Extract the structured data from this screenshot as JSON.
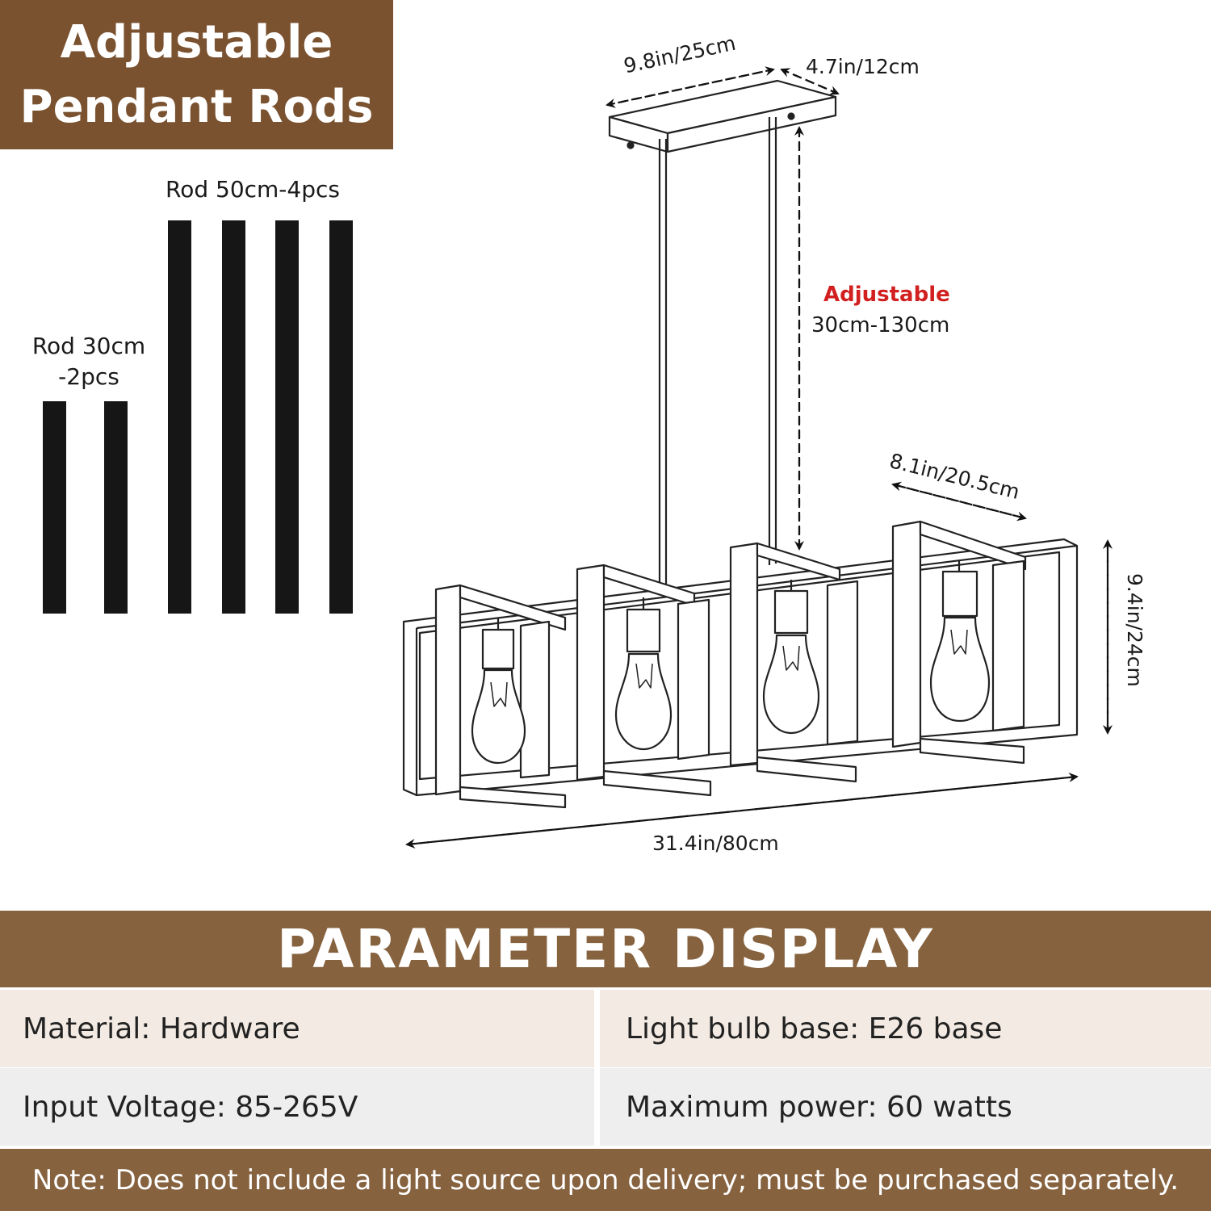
{
  "header": {
    "line1": "Adjustable",
    "line2": "Pendant Rods"
  },
  "rods": {
    "long_label": "Rod 50cm-4pcs",
    "short_label_line1": "Rod 30cm",
    "short_label_line2": "-2pcs"
  },
  "dimensions": {
    "canopy_length": "9.8in/25cm",
    "canopy_width": "4.7in/12cm",
    "adjustable": "Adjustable",
    "adjustable_range": "30cm-130cm",
    "frame_depth": "8.1in/20.5cm",
    "frame_height": "9.4in/24cm",
    "frame_length": "31.4in/80cm"
  },
  "parameters": {
    "title": "PARAMETER DISPLAY",
    "material": "Material: Hardware",
    "bulb_base": "Light bulb base: E26 base",
    "voltage": "Input Voltage: 85-265V",
    "max_power": "Maximum power: 60 watts"
  },
  "note": "Note: Does not include a light source upon delivery; must be purchased separately.",
  "colors": {
    "brand_brown": "#7a5230",
    "bar_brown": "#86623f",
    "row1_bg": "#f3ebe3",
    "row2_bg": "#eeeeee",
    "accent_red": "#d21f1f"
  }
}
